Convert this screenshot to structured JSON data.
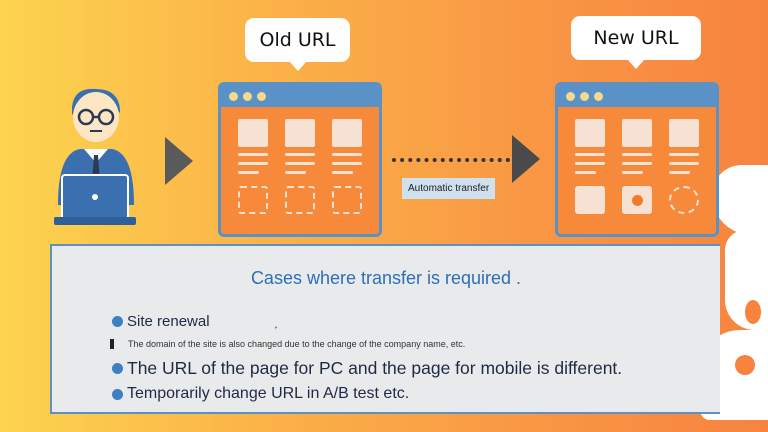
{
  "bubbles": {
    "old_url": "Old URL",
    "new_url": "New URL"
  },
  "transfer": {
    "label": "Automatic transfer"
  },
  "panel": {
    "title": "Cases where transfer is required .",
    "items": [
      {
        "text": "Site renewal",
        "extra": "ˏ"
      },
      {
        "note": "The domain of the site is also changed due to the change of the company name, etc."
      },
      {
        "text": "The URL of the page for PC and the page for mobile is different."
      },
      {
        "text": "Temporarily change URL in A/B test etc."
      }
    ]
  },
  "colors": {
    "accent_blue": "#5a92c8",
    "title_blue": "#2e6fb8",
    "window_orange": "#f78a3a"
  }
}
